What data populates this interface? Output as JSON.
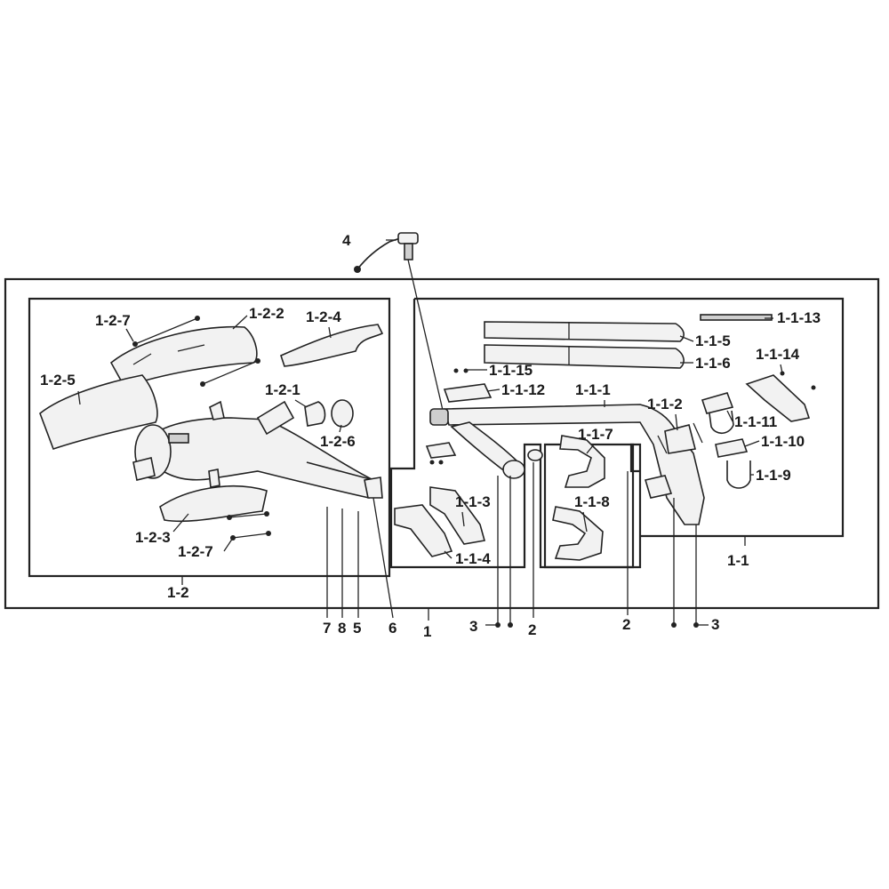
{
  "labels": {
    "l_4": "4",
    "l_1_2_7a": "1-2-7",
    "l_1_2_2": "1-2-2",
    "l_1_2_4": "1-2-4",
    "l_1_2_5": "1-2-5",
    "l_1_2_1": "1-2-1",
    "l_1_2_6": "1-2-6",
    "l_1_2_3": "1-2-3",
    "l_1_2_7b": "1-2-7",
    "l_1_2": "1-2",
    "l_1_1_13": "1-1-13",
    "l_1_1_5": "1-1-5",
    "l_1_1_6": "1-1-6",
    "l_1_1_15": "1-1-15",
    "l_1_1_14": "1-1-14",
    "l_1_1_12": "1-1-12",
    "l_1_1_1": "1-1-1",
    "l_1_1_2": "1-1-2",
    "l_1_1_11": "1-1-11",
    "l_1_1_7": "1-1-7",
    "l_1_1_10": "1-1-10",
    "l_1_1_9": "1-1-9",
    "l_1_1_3": "1-1-3",
    "l_1_1_8": "1-1-8",
    "l_1_1_4": "1-1-4",
    "l_1_1": "1-1",
    "l_7": "7",
    "l_8": "8",
    "l_5": "5",
    "l_6": "6",
    "l_1": "1",
    "l_3a": "3",
    "l_2a": "2",
    "l_2b": "2",
    "l_3b": "3"
  }
}
